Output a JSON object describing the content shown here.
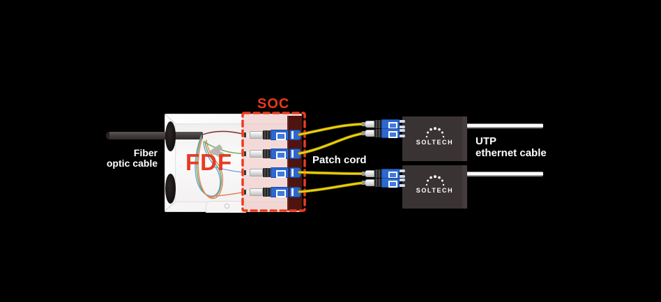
{
  "labels": {
    "fiber_line1": "Fiber",
    "fiber_line2": "optic cable",
    "fdf": "FDF",
    "soc": "SOC",
    "patch_cord": "Patch cord",
    "utp_line1": "UTP",
    "utp_line2": "ethernet cable"
  },
  "devices": [
    {
      "brand": "SOLTECH"
    },
    {
      "brand": "SOLTECH"
    }
  ],
  "colors": {
    "background": "#000000",
    "accent_red": "#e8381c",
    "fdf_text_red": "#e73b23",
    "soc_dashed_border": "#ee3a1d",
    "soc_fill_pink": "#f2c7c4",
    "soc_wall_maroon": "#4e1510",
    "patch_cord_yellow": "#ecd20e",
    "connector_blue": "#2c68cf",
    "device_box_gray": "#3a3333",
    "utp_cable_white": "#fdfdfd",
    "enclosure_white": "#ffffff"
  }
}
